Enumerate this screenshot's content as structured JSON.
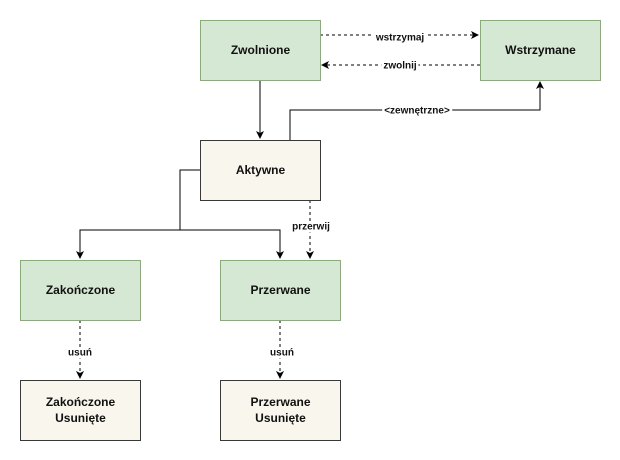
{
  "diagram": {
    "nodes": {
      "zwolnione": {
        "label": "Zwolnione"
      },
      "wstrzymane": {
        "label": "Wstrzymane"
      },
      "aktywne": {
        "label": "Aktywne"
      },
      "zakonczone": {
        "label": "Zakończone"
      },
      "przerwane": {
        "label": "Przerwane"
      },
      "zakonczone_usuniete": {
        "label": "Zakończone\nUsunięte"
      },
      "przerwane_usuniete": {
        "label": "Przerwane\nUsunięte"
      }
    },
    "edges": {
      "wstrzymaj": {
        "label": "wstrzymaj"
      },
      "zwolnij": {
        "label": "zwolnij"
      },
      "zewnetrzne": {
        "label": "<zewnętrzne>"
      },
      "przerwij": {
        "label": "przerwij"
      },
      "usun1": {
        "label": "usuń"
      },
      "usun2": {
        "label": "usuń"
      }
    },
    "colors": {
      "green_fill": "#d5e8d4",
      "green_border": "#82b366",
      "beige_fill": "#f9f7ed",
      "beige_border": "#36393d"
    }
  }
}
